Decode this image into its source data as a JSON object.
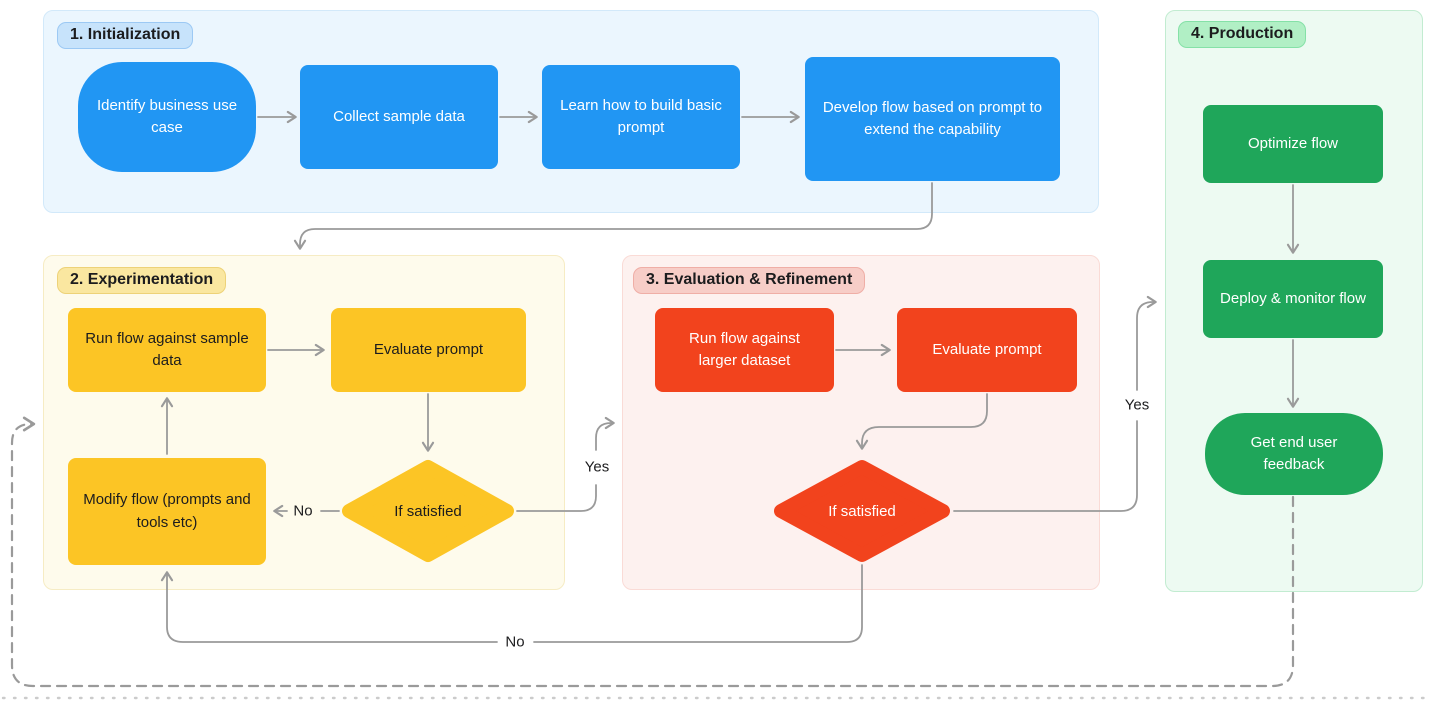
{
  "diagram": {
    "sections": {
      "initialization": {
        "label": "1. Initialization",
        "nodes": {
          "identify": "Identify business use case",
          "collect": "Collect sample data",
          "learn": "Learn how to build basic prompt",
          "develop": "Develop flow based on prompt to extend the capability"
        }
      },
      "experimentation": {
        "label": "2. Experimentation",
        "nodes": {
          "run": "Run flow against sample data",
          "evaluate": "Evaluate prompt",
          "modify": "Modify flow (prompts and tools etc)",
          "decision": "If satisfied"
        }
      },
      "evaluation": {
        "label": "3. Evaluation & Refinement",
        "nodes": {
          "run": "Run flow against larger dataset",
          "evaluate": "Evaluate prompt",
          "decision": "If satisfied"
        }
      },
      "production": {
        "label": "4. Production",
        "nodes": {
          "optimize": "Optimize flow",
          "deploy": "Deploy & monitor flow",
          "feedback": "Get end user feedback"
        }
      }
    },
    "edge_labels": {
      "experimentation_yes": "Yes",
      "experimentation_no": "No",
      "evaluation_yes": "Yes",
      "evaluation_no": "No"
    }
  },
  "colors": {
    "arrow": "#9A9A9A",
    "dotted_line": "#CBCBCB",
    "node_blue": "#2196F3",
    "node_yellow": "#FCC525",
    "node_red": "#F2431D",
    "node_green": "#1FA65A",
    "sec_init_bg": "#EBF6FE",
    "sec_init_border": "#D2E9FA",
    "badge_init_bg": "#C7E3FB",
    "badge_init_border": "#9CC9F4",
    "sec_exp_bg": "#FEFBEC",
    "sec_exp_border": "#F6ECC4",
    "badge_exp_bg": "#FAE7A0",
    "badge_exp_border": "#EDD278",
    "sec_eval_bg": "#FDF1EF",
    "sec_eval_border": "#FADBD6",
    "badge_eval_bg": "#F7CDC7",
    "badge_eval_border": "#EFAEA6",
    "sec_prod_bg": "#EDFAF2",
    "sec_prod_border": "#C2ECD1",
    "badge_prod_bg": "#B1EFC5",
    "badge_prod_border": "#85E1A7",
    "text_dark": "#1C1C1E",
    "text_light": "#FFFFFF"
  }
}
